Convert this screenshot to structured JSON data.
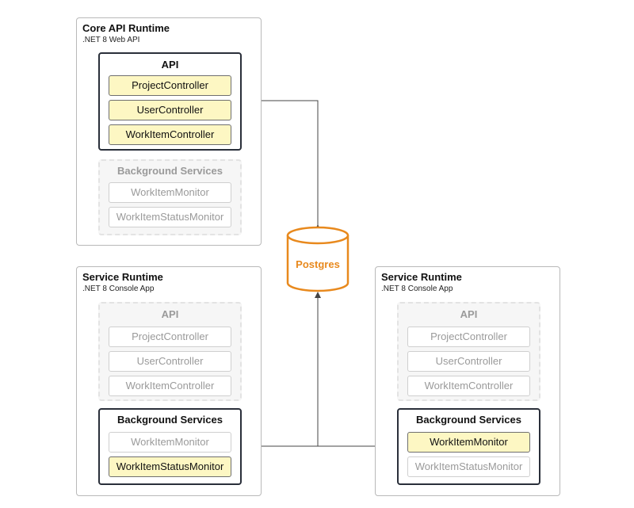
{
  "runtimes": {
    "core": {
      "title": "Core API Runtime",
      "subtitle": ".NET 8 Web API",
      "api": {
        "title": "API",
        "items": [
          "ProjectController",
          "UserController",
          "WorkItemController"
        ]
      },
      "background": {
        "title": "Background Services",
        "items": [
          "WorkItemMonitor",
          "WorkItemStatusMonitor"
        ]
      }
    },
    "service_left": {
      "title": "Service Runtime",
      "subtitle": ".NET 8 Console App",
      "api": {
        "title": "API",
        "items": [
          "ProjectController",
          "UserController",
          "WorkItemController"
        ]
      },
      "background": {
        "title": "Background Services",
        "items": [
          "WorkItemMonitor",
          "WorkItemStatusMonitor"
        ]
      }
    },
    "service_right": {
      "title": "Service Runtime",
      "subtitle": ".NET 8 Console App",
      "api": {
        "title": "API",
        "items": [
          "ProjectController",
          "UserController",
          "WorkItemController"
        ]
      },
      "background": {
        "title": "Background Services",
        "items": [
          "WorkItemMonitor",
          "WorkItemStatusMonitor"
        ]
      }
    }
  },
  "database": {
    "label": "Postgres",
    "color": "#e8891d"
  },
  "colors": {
    "active_fill": "#fdf7c3",
    "active_border": "#2a2f3a",
    "inactive_text": "#9a9a9a",
    "arrow": "#444444"
  }
}
